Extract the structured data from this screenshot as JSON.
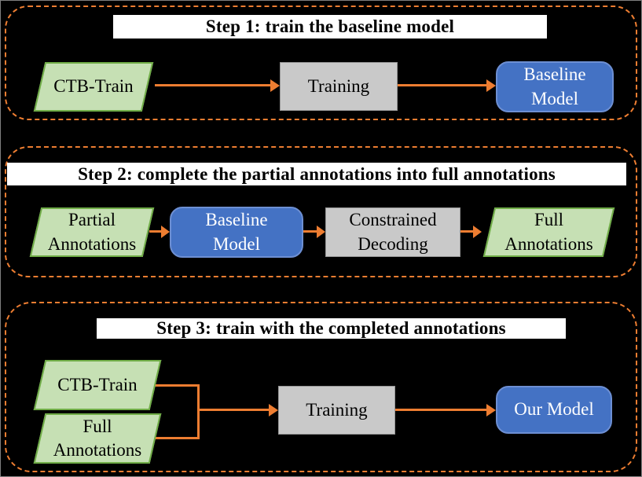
{
  "diagram": {
    "kind": "three-step training pipeline flowchart",
    "colors": {
      "background": "#000000",
      "step_border_orange": "#ed7d31",
      "arrow_orange": "#ed7d31",
      "banner_bg": "#ffffff",
      "banner_text": "#000000",
      "data_node_fill_green": "#c6e0b4",
      "data_node_border_green": "#70ad47",
      "process_node_fill_gray": "#c9c9c9",
      "model_node_fill_blue": "#4472c4",
      "model_node_text": "#ffffff"
    }
  },
  "steps": [
    {
      "title": "Step 1: train the baseline model",
      "nodes": {
        "input": "CTB-Train",
        "process": "Training",
        "output": "Baseline Model"
      }
    },
    {
      "title": "Step 2: complete the partial annotations into full annotations",
      "nodes": {
        "input": "Partial Annotations",
        "model": "Baseline Model",
        "process": "Constrained Decoding",
        "output": "Full Annotations"
      }
    },
    {
      "title": "Step 3: train with the completed annotations",
      "nodes": {
        "input_top": "CTB-Train",
        "input_bottom": "Full Annotations",
        "process": "Training",
        "output": "Our Model"
      }
    }
  ]
}
